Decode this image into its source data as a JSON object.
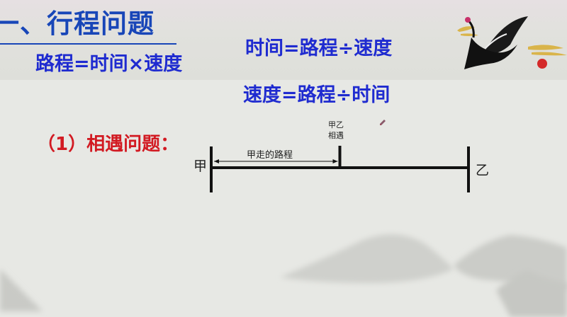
{
  "slide": {
    "title": "一、行程问题",
    "formulas": {
      "distance": "路程=时间×速度",
      "time": "时间=路程÷速度",
      "speed": "速度=路程÷时间"
    },
    "section_heading": "（1）相遇问题：",
    "diagram": {
      "start_label": "甲",
      "end_label": "乙",
      "segment_label": "甲走的路程",
      "meeting_label_line1": "甲乙",
      "meeting_label_line2": "相遇",
      "meeting_fraction": 0.5
    },
    "decorations": {
      "top_right": "crane-icon",
      "bottom": "mountain-landscape",
      "cursor": "pen-cursor-icon"
    },
    "colors": {
      "title": "#1846b8",
      "formula": "#1f2bd0",
      "section_heading": "#d21a22",
      "diagram_line": "#111111"
    }
  }
}
